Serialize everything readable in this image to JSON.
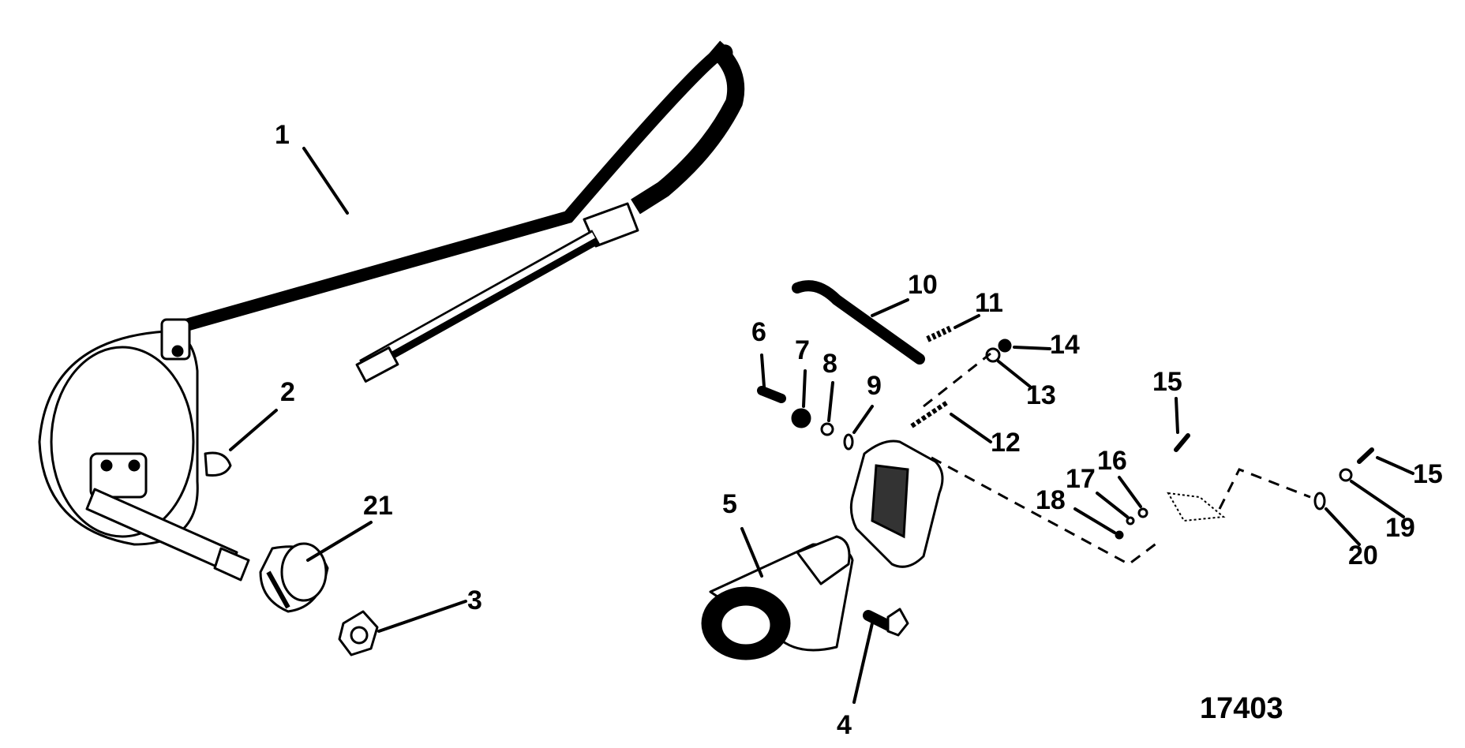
{
  "figure_number": "17403",
  "callouts": [
    {
      "id": "1",
      "part": "steering-cable"
    },
    {
      "id": "2",
      "part": "key"
    },
    {
      "id": "3",
      "part": "nut"
    },
    {
      "id": "4",
      "part": "bolt"
    },
    {
      "id": "5",
      "part": "bezel"
    },
    {
      "id": "6",
      "part": "screw"
    },
    {
      "id": "7",
      "part": "nut"
    },
    {
      "id": "8",
      "part": "washer"
    },
    {
      "id": "9",
      "part": "washer"
    },
    {
      "id": "10",
      "part": "hose"
    },
    {
      "id": "11",
      "part": "spring"
    },
    {
      "id": "12",
      "part": "pin"
    },
    {
      "id": "13",
      "part": "washer"
    },
    {
      "id": "14",
      "part": "nut"
    },
    {
      "id": "15a",
      "label": "15",
      "part": "screw"
    },
    {
      "id": "15b",
      "label": "15",
      "part": "screw"
    },
    {
      "id": "16",
      "part": "washer"
    },
    {
      "id": "17",
      "part": "washer"
    },
    {
      "id": "18",
      "part": "nut"
    },
    {
      "id": "19",
      "part": "washer"
    },
    {
      "id": "20",
      "part": "washer"
    },
    {
      "id": "21",
      "part": "hub"
    }
  ],
  "labels": {
    "c1": "1",
    "c2": "2",
    "c3": "3",
    "c4": "4",
    "c5": "5",
    "c6": "6",
    "c7": "7",
    "c8": "8",
    "c9": "9",
    "c10": "10",
    "c11": "11",
    "c12": "12",
    "c13": "13",
    "c14": "14",
    "c15a": "15",
    "c15b": "15",
    "c16": "16",
    "c17": "17",
    "c18": "18",
    "c19": "19",
    "c20": "20",
    "c21": "21"
  }
}
